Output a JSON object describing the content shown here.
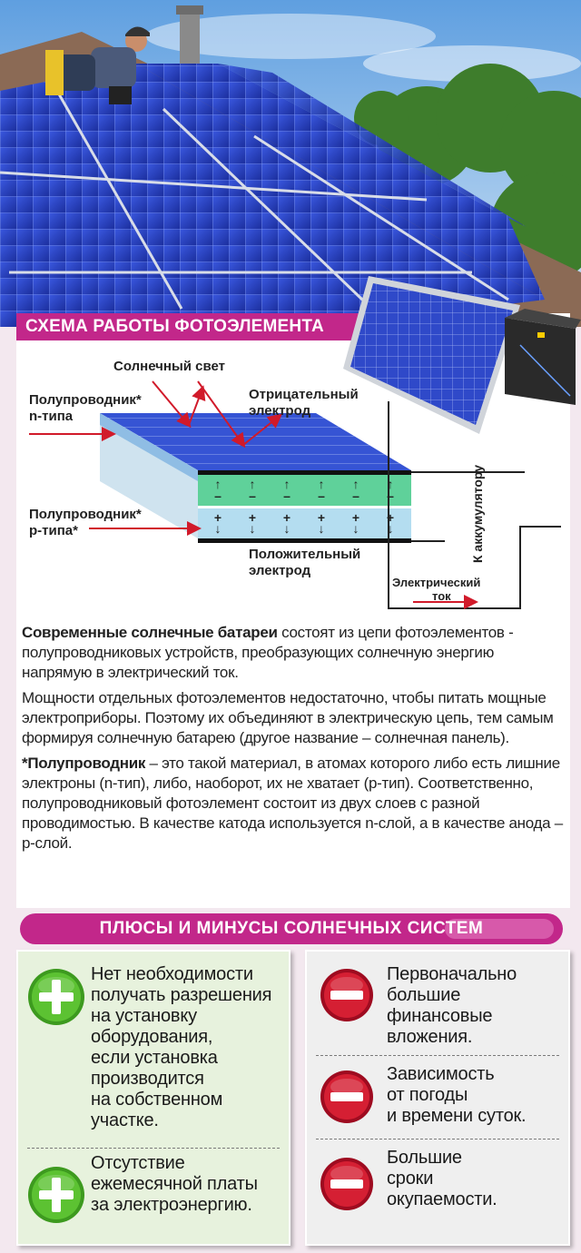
{
  "scheme": {
    "title": "СХЕМА РАБОТЫ ФОТОЭЛЕМЕНТА",
    "labels": {
      "sunlight": "Солнечный свет",
      "n_type_1": "Полупроводник*",
      "n_type_2": "n-типа",
      "negative_1": "Отрицательный",
      "negative_2": "электрод",
      "p_type_1": "Полупроводник*",
      "p_type_2": "р-типа*",
      "positive_1": "Положительный",
      "positive_2": "электрод",
      "to_battery": "К аккумулятору",
      "current_1": "Электрический",
      "current_2": "ток"
    }
  },
  "text": {
    "p1_bold": "Современные солнечные батареи",
    "p1_rest": " состоят из цепи фотоэлементов - полупроводниковых устройств, преобразующих солнечную энергию напрямую в электрический ток.",
    "p2": "Мощности отдельных фотоэлементов недостаточно, чтобы питать мощные электроприборы. Поэтому их объединяют в электрическую цепь, тем самым формируя солнечную батарею (другое название – солнечная панель).",
    "p3_bold": "*Полупроводник",
    "p3_rest": " – это такой материал, в атомах которого либо есть лишние электроны (n-тип), либо, наоборот, их не хватает (р-тип). Соответственно, полупроводниковый фотоэлемент состоит из двух слоев с разной проводимостью. В качестве катода используется n-слой, а в качестве анода – р-слой."
  },
  "pros_cons": {
    "title": "ПЛЮСЫ И МИНУСЫ СОЛНЕЧНЫХ СИСТЕМ",
    "pros": [
      [
        "Нет необходимости",
        "получать разрешения",
        "на установку",
        "оборудования,",
        "если установка",
        "производится",
        "на собственном",
        "участке."
      ],
      [
        "Отсутствие",
        "ежемесячной платы",
        "за электроэнергию."
      ]
    ],
    "cons": [
      [
        "Первоначально",
        "большие",
        "финансовые",
        "вложения."
      ],
      [
        "Зависимость",
        "от погоды",
        "и времени суток."
      ],
      [
        "Большие",
        "сроки",
        "окупаемости."
      ]
    ]
  },
  "colors": {
    "accent": "#c2278a",
    "plus": "#4caf2a",
    "minus": "#c8102e",
    "panel_blue": "#2f49c9"
  }
}
